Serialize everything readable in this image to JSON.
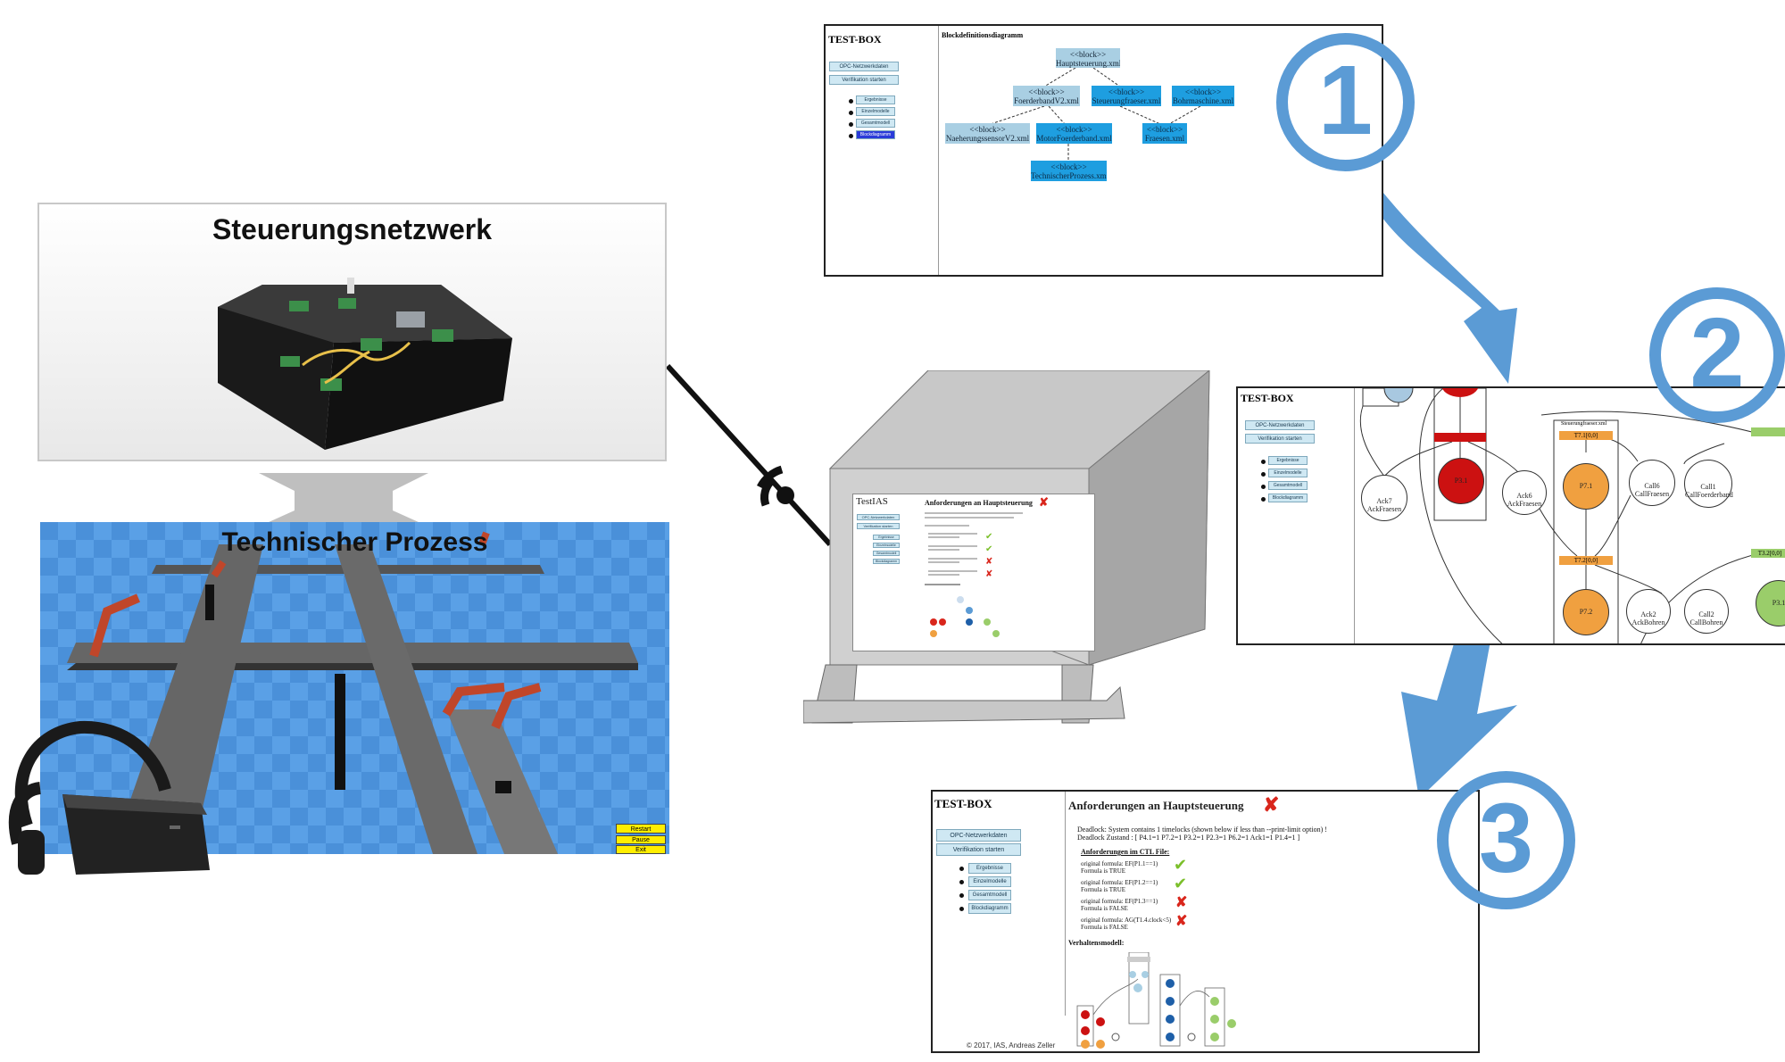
{
  "control_network": {
    "title": "Steuerungsnetzwerk"
  },
  "technical_process": {
    "title": "Technischer Prozess",
    "controls": [
      "Restart",
      "Pause",
      "Exit"
    ]
  },
  "testbox_monitor": {
    "title": "TestIAS",
    "heading": "Anforderungen an Hauptsteuerung",
    "nav": [
      "OPC-Netzwerkdaten",
      "Verifikation starten"
    ],
    "items": [
      "Ergebnisse",
      "Einzelmodelle",
      "Gesamtmodell",
      "Blockdiagramm"
    ]
  },
  "panel1": {
    "app_title": "TEST-BOX",
    "diagram_title": "Blockdefinitionsdiagramm",
    "nav": [
      "OPC-Netzwerkdaten",
      "Verifikation starten"
    ],
    "items": [
      "Ergebnisse",
      "Einzelmodelle",
      "Gesamtmodell",
      "Blockdiagramm"
    ],
    "blocks": [
      {
        "stereo": "<<block>>",
        "name": "Hauptsteuerung.xml"
      },
      {
        "stereo": "<<block>>",
        "name": "FoerderbandV2.xml"
      },
      {
        "stereo": "<<block>>",
        "name": "Steuerungfraeser.xml"
      },
      {
        "stereo": "<<block>>",
        "name": "Bohrmaschine.xml"
      },
      {
        "stereo": "<<block>>",
        "name": "NaeherungssensorV2.xml"
      },
      {
        "stereo": "<<block>>",
        "name": "MotorFoerderband.xml"
      },
      {
        "stereo": "<<block>>",
        "name": "Fraesen.xml"
      },
      {
        "stereo": "<<block>>",
        "name": "TechnischerProzess.xml"
      }
    ]
  },
  "panel2": {
    "app_title": "TEST-BOX",
    "nav": [
      "OPC-Netzwerkdaten",
      "Verifikation starten"
    ],
    "items": [
      "Ergebnisse",
      "Einzelmodelle",
      "Gesamtmodell",
      "Blockdiagramm"
    ],
    "places": [
      {
        "label": "Ack7\nAckFraesen"
      },
      {
        "label": "P3.1"
      },
      {
        "label": "Ack6\nAckFraesen"
      },
      {
        "label": "P7.1"
      },
      {
        "label": "Call6\nCallFraesen"
      },
      {
        "label": "Call1\nCallFoerderband"
      },
      {
        "label": "P7.2"
      },
      {
        "label": "Ack2\nAckBohren"
      },
      {
        "label": "Call2\nCallBohren"
      },
      {
        "label": "P3.1"
      }
    ],
    "transitions": [
      "T7.1[0,0]",
      "T7.2[0,0]",
      "T3.2[0,0]"
    ],
    "group_label": "Steuerungfraeser.xml"
  },
  "panel3": {
    "app_title": "TEST-BOX",
    "heading": "Anforderungen an Hauptsteuerung",
    "nav": [
      "OPC-Netzwerkdaten",
      "Verifikation starten"
    ],
    "items": [
      "Ergebnisse",
      "Einzelmodelle",
      "Gesamtmodell",
      "Blockdiagramm"
    ],
    "deadlock": [
      "Deadlock: System contains 1 timelocks (shown below if less than --print-limit option) !",
      "Deadlock Zustand : [ P4.1=1 P7.2=1 P3.2=1 P2.3=1 P6.2=1 Ack1=1 P1.4=1 ]"
    ],
    "ctl_heading": "Anforderungen im CTL File:",
    "requirements": [
      {
        "formula": "original formula: EF(P1.1==1)",
        "result": "Formula is TRUE",
        "ok": true
      },
      {
        "formula": "original formula: EF(P1.2==1)",
        "result": "Formula is TRUE",
        "ok": true
      },
      {
        "formula": "original formula: EF(P1.3==1)",
        "result": "Formula is FALSE",
        "ok": false
      },
      {
        "formula": "original formula: AG(T1.4.clock<5)",
        "result": "Formula is FALSE",
        "ok": false
      }
    ],
    "model_heading": "Verhaltensmodell:",
    "footer": "© 2017, IAS, Andreas Zeller"
  },
  "steps": [
    "1",
    "2",
    "3"
  ],
  "colors": {
    "accent": "#5b9bd5",
    "check": "#7bbf2a",
    "cross": "#d9261c"
  }
}
